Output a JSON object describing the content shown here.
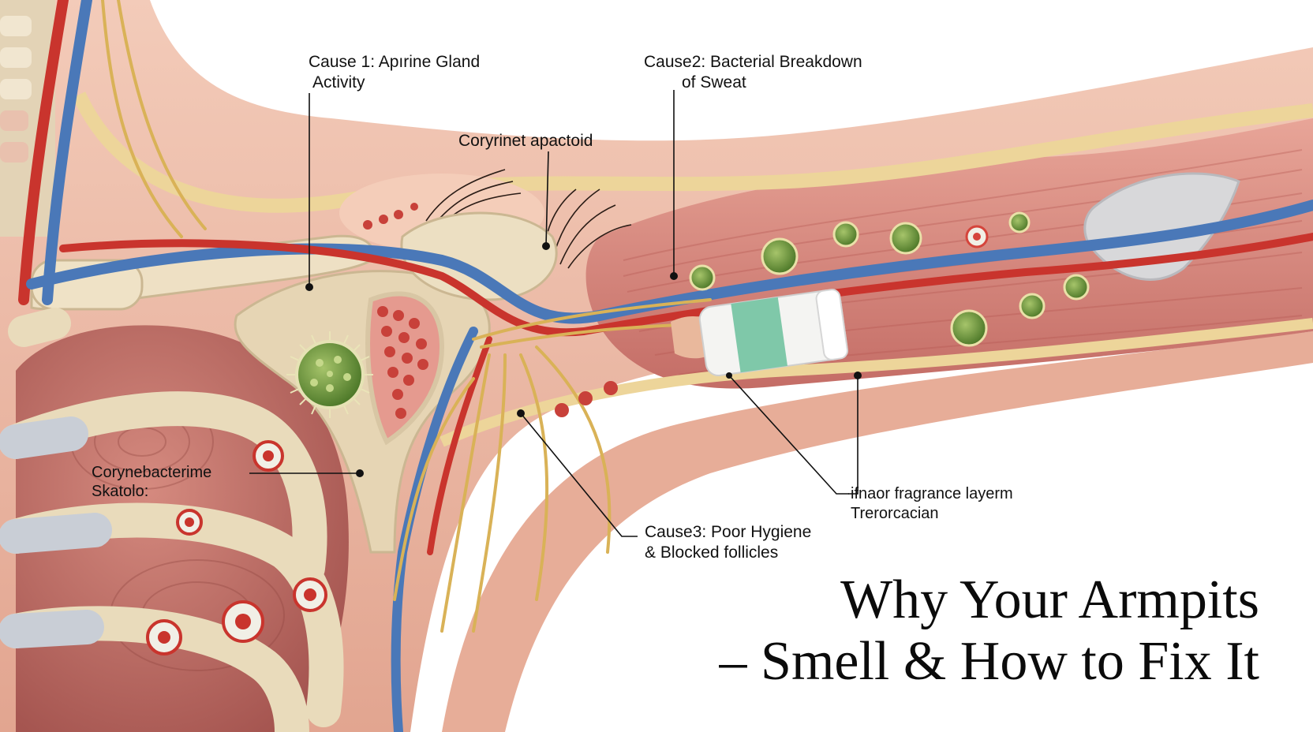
{
  "labels": {
    "cause1": [
      "Cause 1: Apırine Gland",
      "Activity"
    ],
    "cause2": [
      "Cause2: Bacterial Breakdown",
      "of Sweat"
    ],
    "coryne_top": "Coryrinet apactoid",
    "coryne_left": [
      "Corynebacterime",
      "Skatolo:"
    ],
    "cause3": [
      "Cause3: Poor Hygiene",
      "& Blocked follicles"
    ],
    "fragrance": [
      "ifnaor fragrance layerm",
      "Trerorcacian"
    ]
  },
  "title": [
    "Why Your Armpits",
    "– Smell & How to Fix It"
  ],
  "colors": {
    "skin": "#e6a893",
    "skin_light": "#f2c9b8",
    "muscle": "#cf7b72",
    "bone": "#e8d9bd",
    "vein": "#4a78b8",
    "artery": "#c9342d",
    "nerve": "#d9b257",
    "bacteria": "#6e9a3e",
    "label_text": "#111111"
  }
}
